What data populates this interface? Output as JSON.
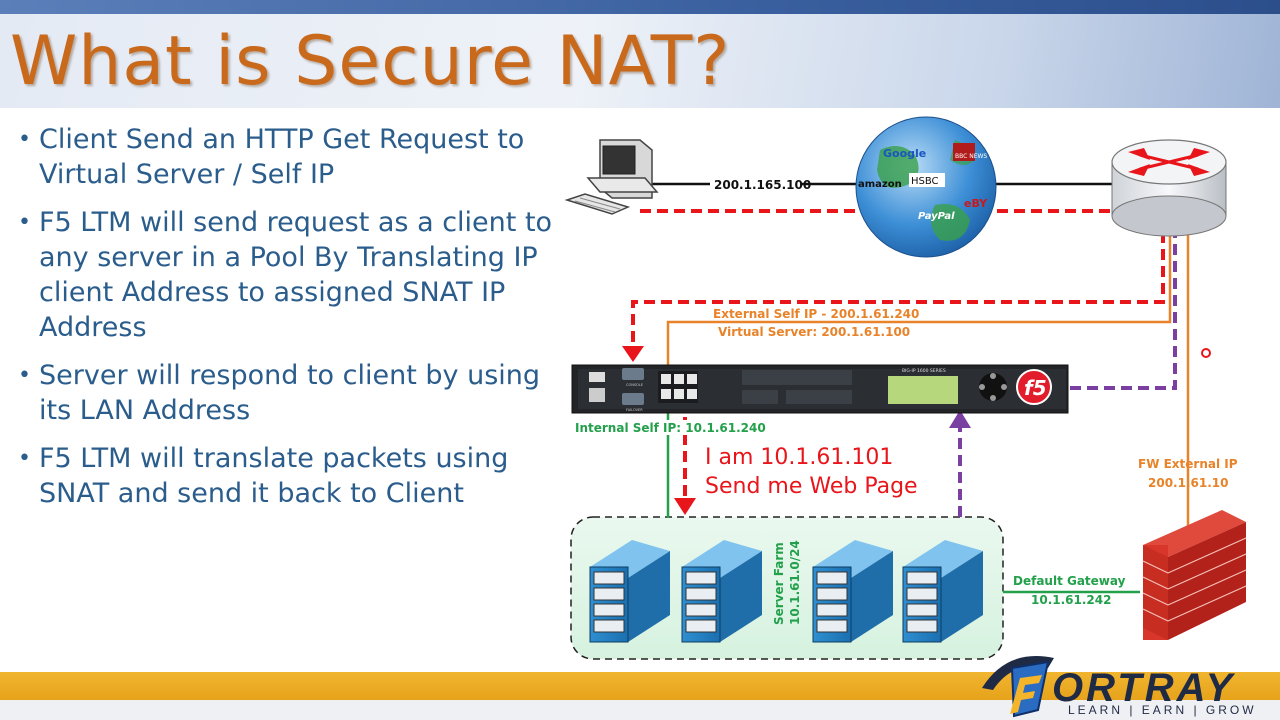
{
  "slide": {
    "title": "What is Secure NAT?",
    "bullets": [
      "Client Send an HTTP Get Request to Virtual Server / Self IP",
      "F5 LTM will send request  as a client to any server in a Pool By Translating IP client Address to assigned SNAT IP Address",
      "Server will respond to client by using its LAN Address",
      "F5 LTM will translate packets using SNAT and send it back to Client"
    ]
  },
  "diagram": {
    "client_link_ip": "200.1.165.100",
    "internet_brands": [
      "Google",
      "BBC NEWS",
      "amazon",
      "HSBC",
      "eBY",
      "PayPal"
    ],
    "external_self_ip": "External Self IP - 200.1.61.240",
    "virtual_server": "Virtual Server: 200.1.61.100",
    "internal_self_ip": "Internal Self IP: 10.1.61.240",
    "server_msg_line1": "I am 10.1.61.101",
    "server_msg_line2": "Send me Web Page",
    "server_farm_label": "Server Farm",
    "server_farm_subnet": "10.1.61.0/24",
    "default_gateway_label": "Default Gateway",
    "default_gateway_ip": "10.1.61.242",
    "fw_external_label": "FW External IP",
    "fw_external_ip": "200.1.61.10",
    "device_model": "BIG-IP 1600 SERIES",
    "device_badge": "f5",
    "port_labels": [
      "CONSOLE",
      "FAILOVER"
    ]
  },
  "footer": {
    "logo_text": "ORTRAY",
    "tagline": "LEARN | EARN | GROW"
  },
  "colors": {
    "title": "#c8691c",
    "bullet_text": "#2a5c8c",
    "red_path": "#e8151b",
    "purple_path": "#7a3fa0",
    "orange_link": "#e8832a",
    "green_link": "#22a04a",
    "footer": "#e6a21a"
  }
}
